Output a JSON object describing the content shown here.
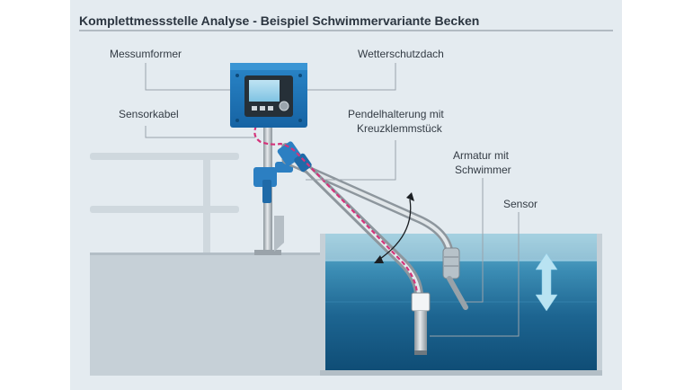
{
  "title": "Komplettmessstelle Analyse - Beispiel Schwimmervariante Becken",
  "labels": {
    "messumformer": "Messumformer",
    "wetterschutzdach": "Wetterschutzdach",
    "sensorkabel": "Sensorkabel",
    "pendel_line1": "Pendelhalterung mit",
    "pendel_line2": "Kreuzklemmstück",
    "armatur_line1": "Armatur mit",
    "armatur_line2": "Schwimmer",
    "sensor": "Sensor"
  },
  "colors": {
    "background": "#e4ebf0",
    "transmitter_housing": "#1e73b8",
    "water_top": "#6fb7d2",
    "water_deep": "#0f4f78",
    "cable": "#d4337a",
    "concrete": "#c9d2d8",
    "railing": "#cfd8de"
  }
}
